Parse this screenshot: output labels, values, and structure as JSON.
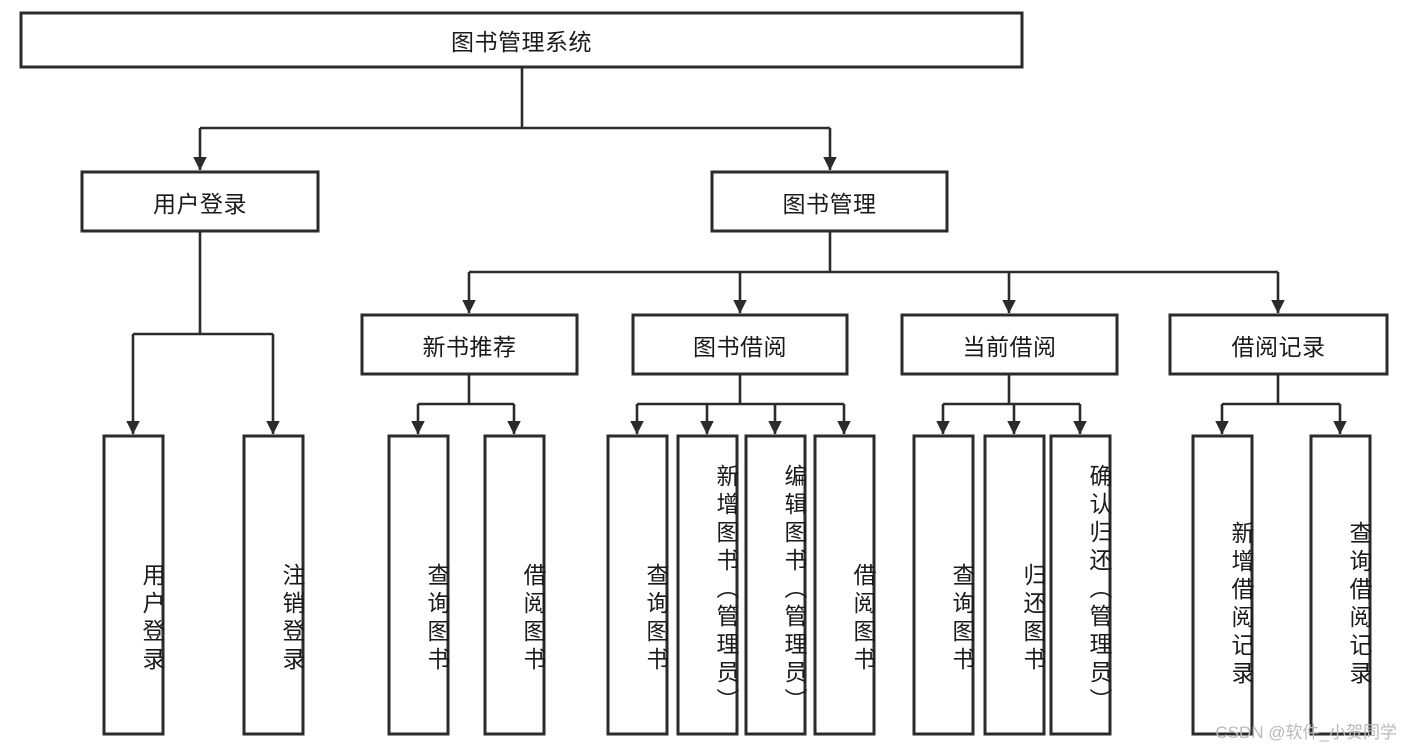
{
  "diagram": {
    "title": "图书管理系统",
    "type": "hierarchy-tree",
    "watermark": "CSDN @软件_小贺同学",
    "colors": {
      "box_stroke": "#2b2b2b",
      "box_fill": "#ffffff",
      "text": "#1a1a1a",
      "connector": "#2b2b2b",
      "watermark": "#b9b9b9",
      "background": "#ffffff"
    },
    "root": {
      "label": "图书管理系统",
      "name": "node-root-system"
    },
    "level2": [
      {
        "label": "用户登录",
        "name": "node-user-login"
      },
      {
        "label": "图书管理",
        "name": "node-book-management"
      }
    ],
    "level3": [
      {
        "label": "新书推荐",
        "name": "node-new-book-recommend"
      },
      {
        "label": "图书借阅",
        "name": "node-book-borrow"
      },
      {
        "label": "当前借阅",
        "name": "node-current-borrow"
      },
      {
        "label": "借阅记录",
        "name": "node-borrow-record"
      }
    ],
    "leaves": {
      "user_login": [
        {
          "label": "用户登录",
          "name": "leaf-user-login"
        },
        {
          "label": "注销登录",
          "name": "leaf-logout"
        }
      ],
      "new_book_recommend": [
        {
          "label": "查询图书",
          "name": "leaf-query-book-recommend"
        },
        {
          "label": "借阅图书",
          "name": "leaf-borrow-book-recommend"
        }
      ],
      "book_borrow": [
        {
          "label": "查询图书",
          "name": "leaf-query-book-borrow"
        },
        {
          "label": "新增图书（管理员）",
          "name": "leaf-add-book-admin"
        },
        {
          "label": "编辑图书（管理员）",
          "name": "leaf-edit-book-admin"
        },
        {
          "label": "借阅图书",
          "name": "leaf-borrow-book"
        }
      ],
      "current_borrow": [
        {
          "label": "查询图书",
          "name": "leaf-query-book-current"
        },
        {
          "label": "归还图书",
          "name": "leaf-return-book"
        },
        {
          "label": "确认归还（管理员）",
          "name": "leaf-confirm-return-admin"
        }
      ],
      "borrow_record": [
        {
          "label": "新增借阅记录",
          "name": "leaf-add-borrow-record"
        },
        {
          "label": "查询借阅记录",
          "name": "leaf-query-borrow-record"
        }
      ]
    }
  }
}
